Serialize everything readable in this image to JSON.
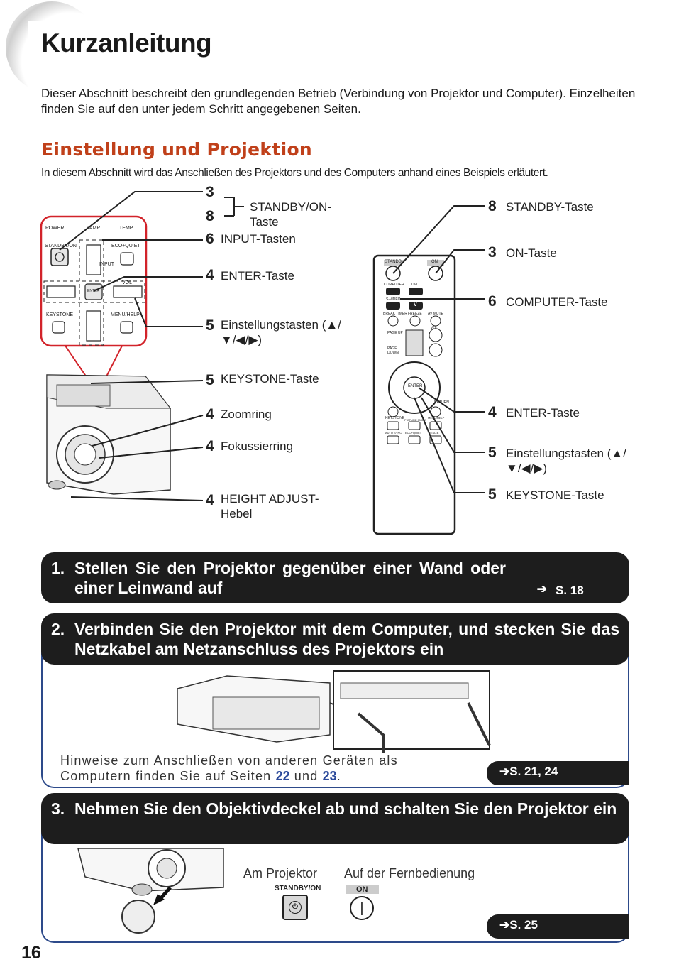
{
  "header": {
    "title": "Kurzanleitung",
    "intro": "Dieser Abschnitt beschreibt den grundlegenden Betrieb (Verbindung von Projektor und Computer). Einzelheiten finden Sie auf den unter jedem Schritt angegebenen Seiten."
  },
  "section": {
    "title": "Einstellung und Projektion",
    "subtitle": "In diesem Abschnitt wird das Anschließen des Projektors und des Computers anhand eines Beispiels erläutert."
  },
  "left_labels": [
    {
      "num": "3",
      "text": ""
    },
    {
      "num": "8",
      "text": "STANDBY/ON-Taste"
    },
    {
      "num": "6",
      "text": "INPUT-Tasten"
    },
    {
      "num": "4",
      "text": "ENTER-Taste"
    },
    {
      "num": "5",
      "text": "Einstellungstasten (▲/▼/◀/▶)"
    },
    {
      "num": "5",
      "text": "KEYSTONE-Taste"
    },
    {
      "num": "4",
      "text": "Zoomring"
    },
    {
      "num": "4",
      "text": "Fokussierring"
    },
    {
      "num": "4",
      "text": "HEIGHT ADJUST-Hebel"
    }
  ],
  "right_labels": [
    {
      "num": "8",
      "text": "STANDBY-Taste"
    },
    {
      "num": "3",
      "text": "ON-Taste"
    },
    {
      "num": "6",
      "text": "COMPUTER-Taste"
    },
    {
      "num": "4",
      "text": "ENTER-Taste"
    },
    {
      "num": "5",
      "text": "Einstellungstasten (▲/▼/◀/▶)"
    },
    {
      "num": "5",
      "text": "KEYSTONE-Taste"
    }
  ],
  "panel_labels": {
    "power": "POWER",
    "lamp": "LAMP",
    "temp": "TEMP.",
    "standby_on": "STANDBY/ON",
    "eco_quiet": "ECO+QUIET",
    "input": "INPUT",
    "vol": "VOL",
    "enter": "ENTER",
    "keystone": "KEYSTONE",
    "menu_help": "MENU/HELP"
  },
  "remote_labels": {
    "standby": "STANDBY",
    "on": "ON",
    "computer": "COMPUTER",
    "dvi": "DVI",
    "s_video": "S-VIDEO",
    "video": "V",
    "break_timer": "BREAK TIMER",
    "freeze": "FREEZE",
    "av_mute": "AV MUTE",
    "page_up": "PAGE UP",
    "page_down": "PAGE DOWN",
    "vol": "VOL",
    "enter": "ENTER",
    "return": "RETURN",
    "keystone": "KEYSTONE",
    "picture_mode": "PICTURE MODE",
    "menu_help": "MENU/HELP",
    "auto_sync": "AUTO SYNC",
    "eco_quiet": "ECO+QUIET",
    "resize": "RESIZE"
  },
  "steps": [
    {
      "num": "1.",
      "title": "Stellen Sie den Projektor gegenüber einer Wand oder einer Leinwand auf",
      "ref": "S. 18"
    },
    {
      "num": "2.",
      "title": "Verbinden Sie den Projektor mit dem Computer, und stecken Sie das Netzkabel am Netzanschluss des Projektors ein",
      "ref": "S. 21, 24",
      "note_a": "Hinweise zum Anschließen von anderen Geräten als Computern finden Sie auf Seiten ",
      "note_p1": "22",
      "note_and": " und ",
      "note_p2": "23",
      "note_end": "."
    },
    {
      "num": "3.",
      "title": "Nehmen Sie den Objektivdeckel ab und schalten Sie den Projektor ein",
      "ref": "S. 25",
      "cap_projector": "Am Projektor",
      "cap_remote": "Auf der Fernbedienung",
      "btn_standby": "STANDBY/ON",
      "btn_on": "ON"
    }
  ],
  "page_number": "16"
}
